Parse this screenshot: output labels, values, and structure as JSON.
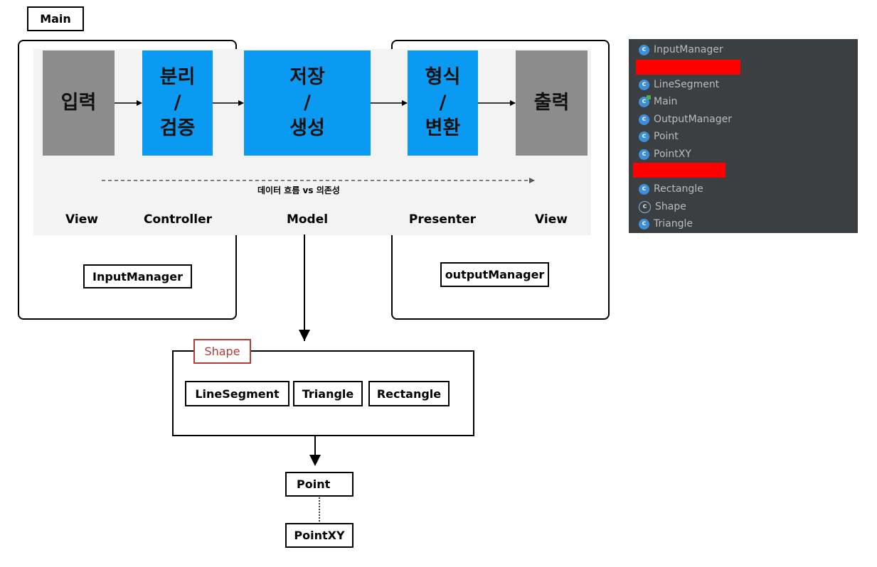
{
  "main_label": "Main",
  "stages": [
    {
      "block": "입력",
      "label": "View"
    },
    {
      "block": "분리\n/\n검증",
      "label": "Controller"
    },
    {
      "block": "저장\n/\n생성",
      "label": "Model"
    },
    {
      "block": "형식\n/\n변환",
      "label": "Presenter"
    },
    {
      "block": "출력",
      "label": "View"
    }
  ],
  "flow_caption": "데이터 흐름 vs 의존성",
  "input_manager": "InputManager",
  "output_manager": "outputManager",
  "shape": {
    "title": "Shape",
    "title_color": "#b33a3a",
    "children": [
      "LineSegment",
      "Triangle",
      "Rectangle"
    ]
  },
  "point": "Point",
  "point_xy": "PointXY",
  "colors": {
    "input_output_block": "#8c8c8c",
    "process_block": "#0a9af2",
    "panel_bg": "#3c3f41",
    "redaction": "#ff0000"
  },
  "class_panel": {
    "items": [
      {
        "name": "InputManager",
        "icon": "class-icon"
      },
      {
        "name": "",
        "icon": "redacted"
      },
      {
        "name": "LineSegment",
        "icon": "class-icon"
      },
      {
        "name": "Main",
        "icon": "main-class-icon"
      },
      {
        "name": "OutputManager",
        "icon": "class-icon"
      },
      {
        "name": "Point",
        "icon": "class-icon"
      },
      {
        "name": "PointXY",
        "icon": "class-icon"
      },
      {
        "name": "",
        "icon": "redacted"
      },
      {
        "name": "Rectangle",
        "icon": "class-icon"
      },
      {
        "name": "Shape",
        "icon": "abstract-class-icon"
      },
      {
        "name": "Triangle",
        "icon": "class-icon"
      }
    ]
  }
}
